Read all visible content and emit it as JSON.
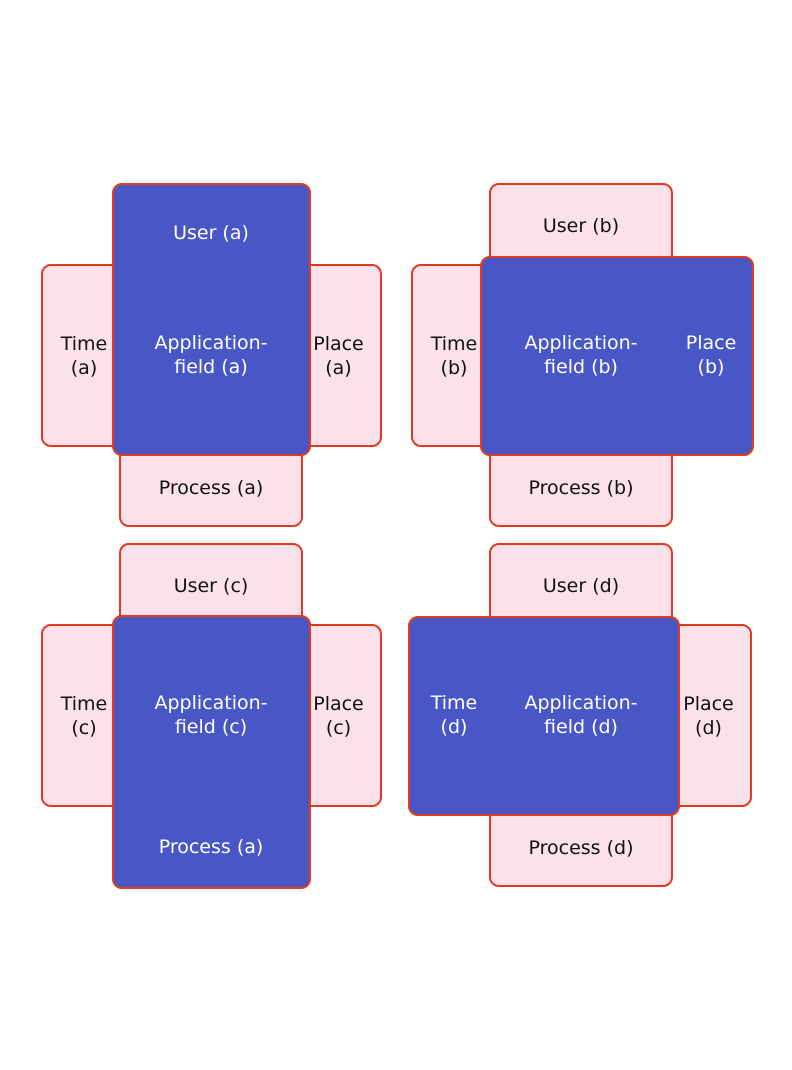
{
  "figure": {
    "description": "Four cross-shaped application-field diagrams, variants a-d; in each, a blue highlight box covers the Application-field centre cell plus one adjacent cell",
    "colors": {
      "highlight_blue": "#4857c5",
      "cell_pink": "#fae2e8",
      "border_red": "#e03a20",
      "text_dark": "#101018",
      "text_light": "#ffffff",
      "background": "#ffffff"
    }
  },
  "quadrants": [
    {
      "id": "a",
      "highlight_covers": [
        "user",
        "application-field"
      ],
      "user_label": "User (a)",
      "time_label": "Time\n(a)",
      "place_label": "Place\n(a)",
      "process_label": "Process (a)",
      "field_label": "Application-\nfield (a)"
    },
    {
      "id": "b",
      "highlight_covers": [
        "application-field",
        "place"
      ],
      "user_label": "User (b)",
      "time_label": "Time\n(b)",
      "place_label": "Place\n(b)",
      "process_label": "Process (b)",
      "field_label": "Application-\nfield (b)"
    },
    {
      "id": "c",
      "highlight_covers": [
        "application-field",
        "process"
      ],
      "user_label": "User (c)",
      "time_label": "Time\n(c)",
      "place_label": "Place\n(c)",
      "process_label": "Process (a)",
      "field_label": "Application-\nfield (c)"
    },
    {
      "id": "d",
      "highlight_covers": [
        "time",
        "application-field"
      ],
      "user_label": "User (d)",
      "time_label": "Time\n(d)",
      "place_label": "Place\n(d)",
      "process_label": "Process (d)",
      "field_label": "Application-\nfield (d)"
    }
  ]
}
